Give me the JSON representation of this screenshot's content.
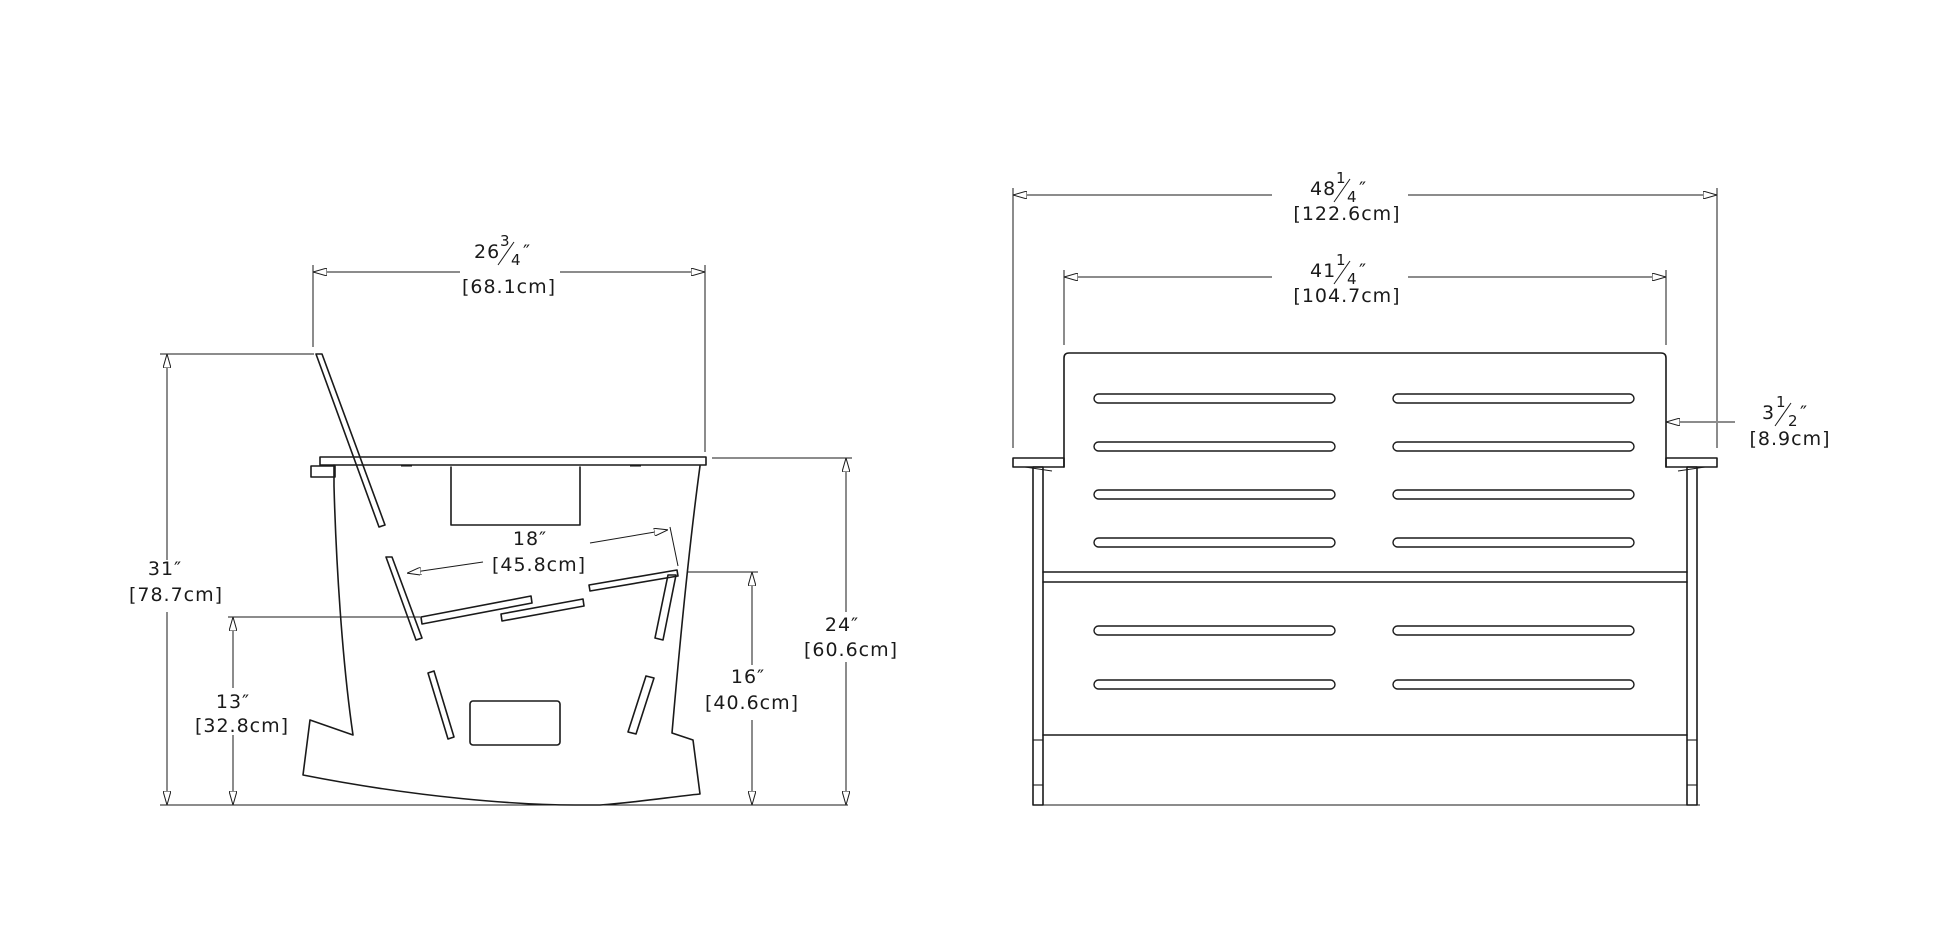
{
  "side_view": {
    "depth": {
      "in_whole": "26",
      "in_num": "3",
      "in_den": "4",
      "in_mark": "″",
      "cm": "[68.1cm]"
    },
    "height": {
      "in": "31″",
      "cm": "[78.7cm]"
    },
    "seat_depth": {
      "in": "18″",
      "cm": "[45.8cm]"
    },
    "arm_height": {
      "in": "24″",
      "cm": "[60.6cm]"
    },
    "seat_height": {
      "in": "16″",
      "cm": "[40.6cm]"
    },
    "low_height": {
      "in": "13″",
      "cm": "[32.8cm]"
    }
  },
  "front_view": {
    "overall_width": {
      "in_whole": "48",
      "in_num": "1",
      "in_den": "4",
      "in_mark": "″",
      "cm": "[122.6cm]"
    },
    "inner_width": {
      "in_whole": "41",
      "in_num": "1",
      "in_den": "4",
      "in_mark": "″",
      "cm": "[104.7cm]"
    },
    "arm_width": {
      "in_whole": "3",
      "in_num": "1",
      "in_den": "2",
      "in_mark": "″",
      "cm": "[8.9cm]"
    }
  }
}
